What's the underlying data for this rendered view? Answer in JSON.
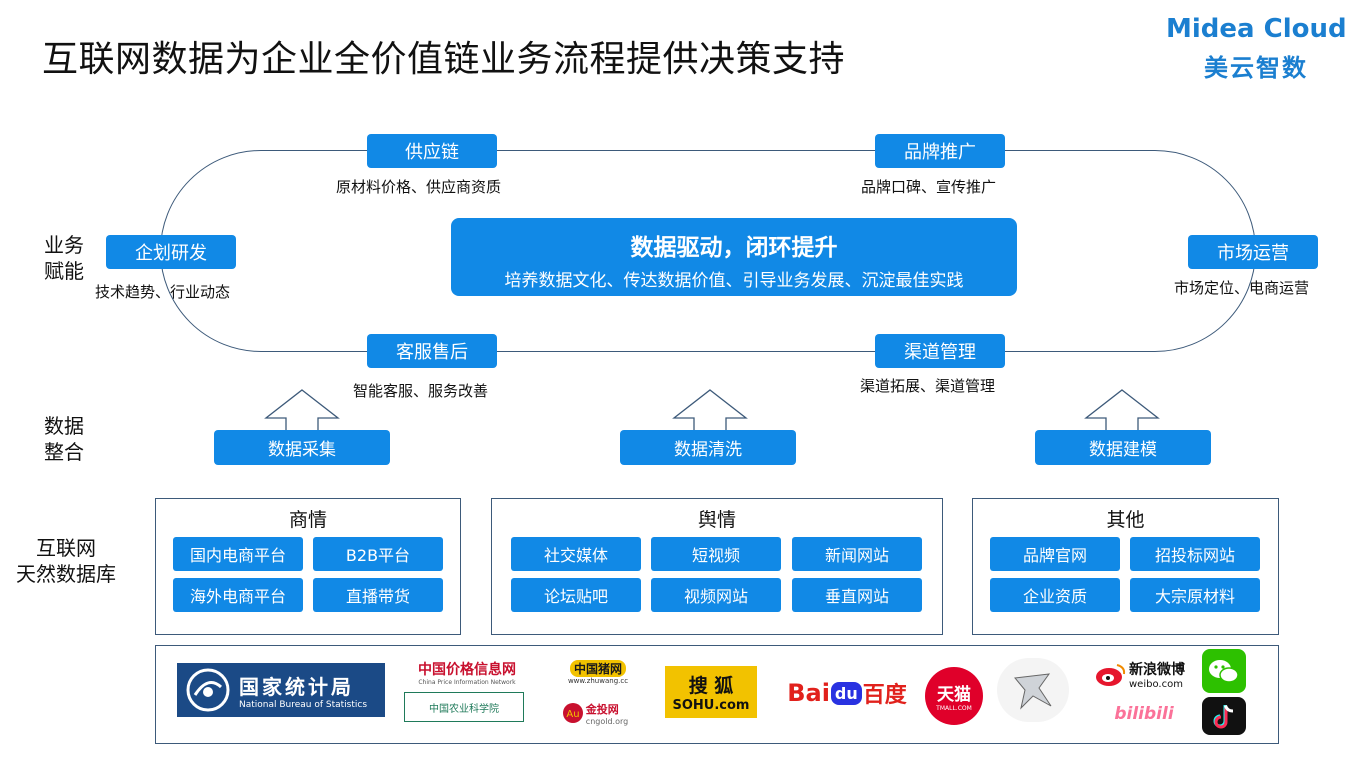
{
  "header": {
    "title": "互联网数据为企业全价值链业务流程提供决策支持",
    "brand_en": "Midea Cloud",
    "brand_cn": "美云智数"
  },
  "side_labels": {
    "business": [
      "业务",
      "赋能"
    ],
    "integration": [
      "数据",
      "整合"
    ],
    "database": [
      "互联网",
      "天然数据库"
    ]
  },
  "loop_nodes": {
    "supply": {
      "label": "供应链",
      "desc": "原材料价格、供应商资质"
    },
    "brand": {
      "label": "品牌推广",
      "desc": "品牌口碑、宣传推广"
    },
    "rnd": {
      "label": "企划研发",
      "desc": "技术趋势、行业动态"
    },
    "market": {
      "label": "市场运营",
      "desc": "市场定位、电商运营"
    },
    "service": {
      "label": "客服售后",
      "desc": "智能客服、服务改善"
    },
    "channel": {
      "label": "渠道管理",
      "desc": "渠道拓展、渠道管理"
    }
  },
  "center": {
    "headline": "数据驱动，闭环提升",
    "sub": "培养数据文化、传达数据价值、引导业务发展、沉淀最佳实践"
  },
  "processes": [
    "数据采集",
    "数据清洗",
    "数据建模"
  ],
  "panels": [
    {
      "title": "商情",
      "items": [
        "国内电商平台",
        "B2B平台",
        "海外电商平台",
        "直播带货"
      ]
    },
    {
      "title": "舆情",
      "items": [
        "社交媒体",
        "短视频",
        "新闻网站",
        "论坛贴吧",
        "视频网站",
        "垂直网站"
      ]
    },
    {
      "title": "其他",
      "items": [
        "品牌官网",
        "招投标网站",
        "企业资质",
        "大宗原材料"
      ]
    }
  ],
  "logos": {
    "nbs_cn": "国家统计局",
    "nbs_en": "National Bureau of Statistics",
    "price_cn": "中国价格信息网",
    "price_en": "China Price Information Network",
    "agri": "中国农业科学院",
    "zhuwang_cn": "中国猪网",
    "zhuwang_url": "www.zhuwang.cc",
    "gold_cn": "金投网",
    "gold_url": "cngold.org",
    "sohu_cn": "搜 狐",
    "sohu_en": "SOHU.com",
    "baidu_a": "Bai",
    "baidu_b": "du",
    "baidu_c": "百度",
    "tmall_cn": "天猫",
    "tmall_en": "TMALL.COM",
    "weibo_cn": "新浪微博",
    "weibo_en": "weibo.com",
    "bili": "bilibili",
    "colors": {
      "baidu_red": "#e1211c",
      "baidu_blue": "#2932e1",
      "tmall": "#e0002a",
      "wechat": "#2dc100",
      "weibo": "#e6162d",
      "bili": "#fb7299"
    }
  }
}
